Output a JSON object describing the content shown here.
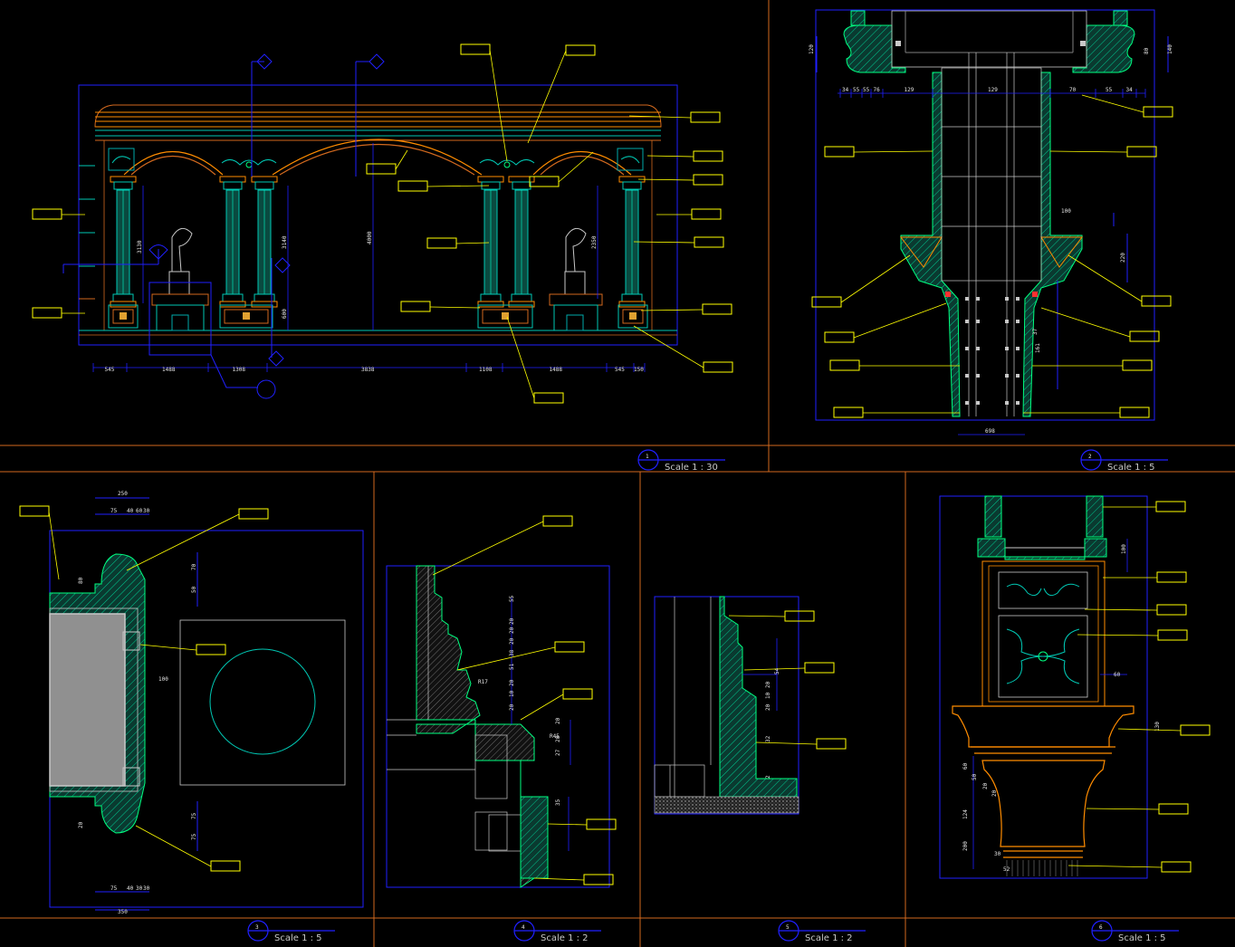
{
  "colors": {
    "background": "#000000",
    "frame": "#d2691e",
    "viewport": "#2020ff",
    "leader": "#ffff00",
    "wall": "#00aaaa",
    "column": "#00c8b4",
    "detail": "#ff8c00",
    "hatch": "#00ff80",
    "dimension": "#6c6cff",
    "red": "#ff3030",
    "gray": "#808080"
  },
  "panels": [
    {
      "id": "p1",
      "number": "1",
      "scale": "Scale 1 : 30"
    },
    {
      "id": "p2",
      "number": "2",
      "scale": "Scale 1 : 5"
    },
    {
      "id": "p3",
      "number": "3",
      "scale": "Scale 1 : 5"
    },
    {
      "id": "p4",
      "number": "4",
      "scale": "Scale 1 : 2"
    },
    {
      "id": "p5",
      "number": "5",
      "scale": "Scale 1 : 2"
    },
    {
      "id": "p6",
      "number": "6",
      "scale": "Scale 1 : 5"
    }
  ],
  "elevation": {
    "bottom_dims": [
      "545",
      "1488",
      "1308",
      "3838",
      "1108",
      "1488",
      "545",
      "150"
    ],
    "height_dims": [
      "3130",
      "3140",
      "4000",
      "600",
      "2350"
    ]
  },
  "section_dims": {
    "top": [
      "34",
      "55",
      "55",
      "76",
      "129",
      "129",
      "70",
      "55",
      "34"
    ],
    "side": [
      "120",
      "80",
      "140",
      "100",
      "220",
      "37",
      "161"
    ],
    "bottom": "698"
  },
  "plan_dims": {
    "top": [
      "250",
      "75",
      "40",
      "60",
      "30"
    ],
    "bottom": [
      "350",
      "75",
      "40",
      "30",
      "30"
    ],
    "side": [
      "70",
      "50",
      "75",
      "75",
      "80",
      "20",
      "100"
    ]
  },
  "moulding_dims": [
    "55",
    "20",
    "20",
    "20",
    "38",
    "51",
    "20",
    "10",
    "20",
    "20",
    "20",
    "27",
    "35"
  ],
  "base_dims": [
    "54",
    "20",
    "10",
    "20",
    "32",
    "2"
  ],
  "capital_dims": [
    "100",
    "60",
    "130",
    "60",
    "50",
    "20",
    "20",
    "124",
    "200",
    "30",
    "52"
  ]
}
